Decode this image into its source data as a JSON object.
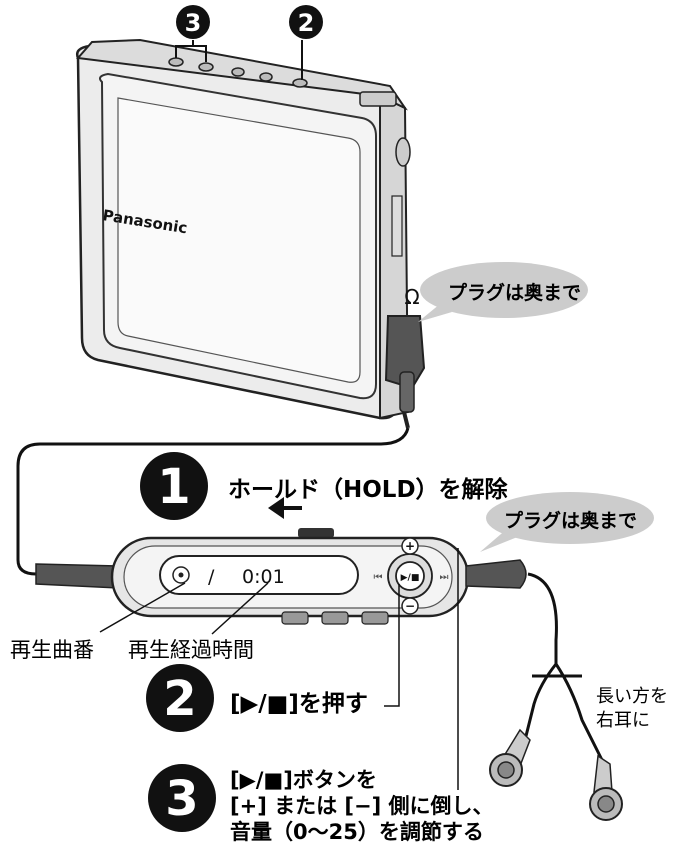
{
  "brand": "Panasonic",
  "headphone_symbol": "Ω",
  "bubbles": {
    "top": "プラグは奥まで",
    "right": "プラグは奥まで"
  },
  "steps": {
    "step1": {
      "number": "1",
      "text": "ホールド（HOLD）を解除"
    },
    "step2": {
      "number": "2",
      "text": "[▶/■]を押す"
    },
    "step3": {
      "number": "3",
      "lines": [
        "[▶/■]ボタンを",
        "[+] または [−] 側に倒し、",
        "音量（0〜25）を調節する"
      ]
    }
  },
  "top_callouts": {
    "left": "3",
    "right": "2"
  },
  "display": {
    "track": "/",
    "time": "0:01"
  },
  "remote_buttons": {
    "plus": "+",
    "minus": "−",
    "play_stop": "▶/■",
    "prev": "⏮",
    "next": "⏭"
  },
  "labels": {
    "track_number": "再生曲番",
    "elapsed_time": "再生経過時間",
    "longer_right_line1": "長い方を",
    "longer_right_line2": "右耳に"
  },
  "colors": {
    "bubble": "#cccccc",
    "device_body": "#e8e8e8",
    "outline": "#222222",
    "plug": "#555555",
    "badge": "#111111"
  }
}
